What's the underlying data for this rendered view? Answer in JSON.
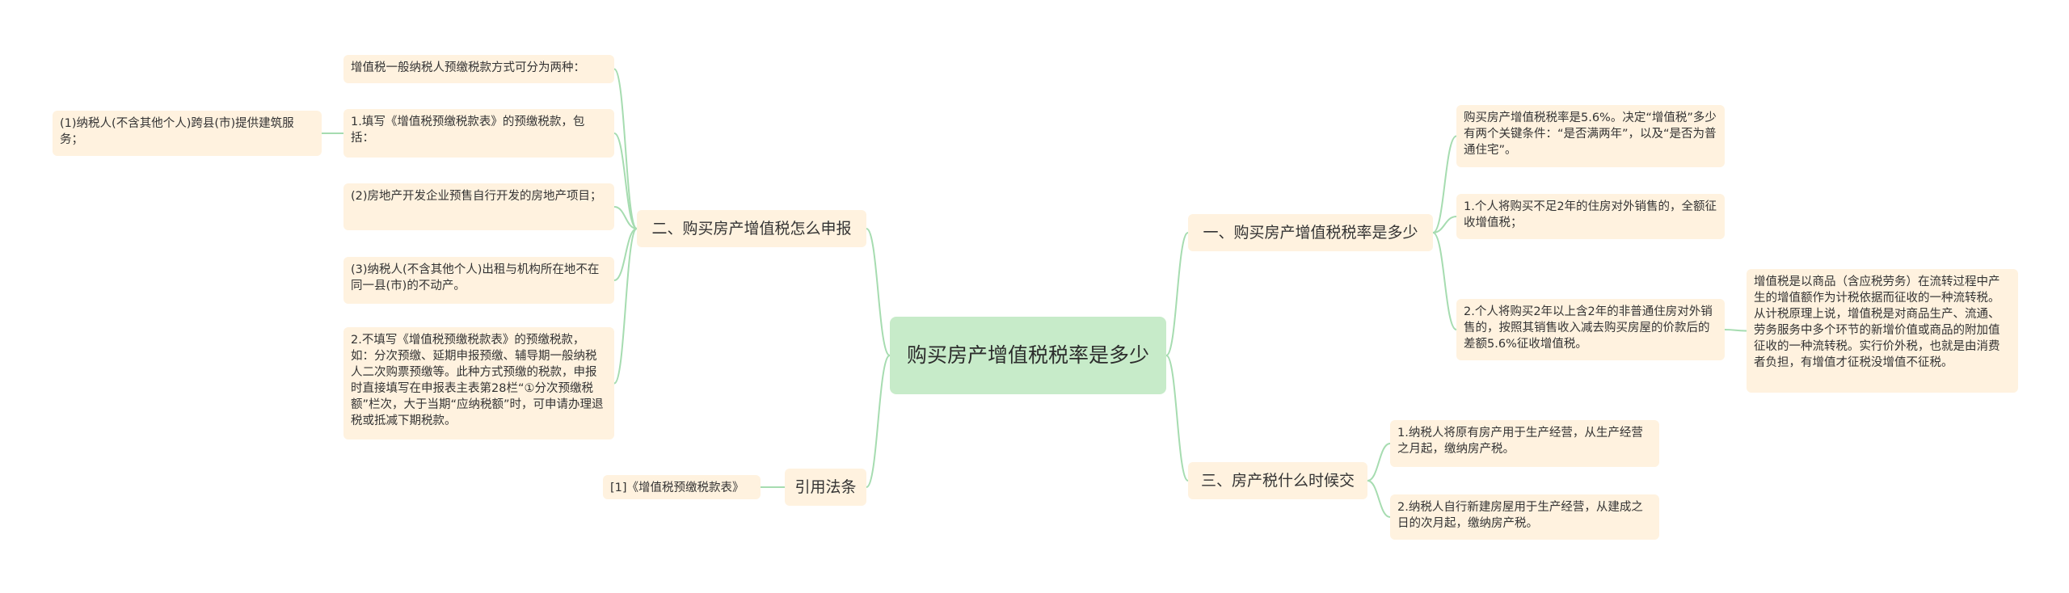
{
  "root": {
    "title": "购买房产增值税税率是多少"
  },
  "branches": {
    "b1": {
      "label": "一、购买房产增值税税率是多少"
    },
    "b2": {
      "label": "二、购买房产增值税怎么申报"
    },
    "b3": {
      "label": "三、房产税什么时候交"
    },
    "b4": {
      "label": "引用法条"
    }
  },
  "leaves": {
    "b1_1": "购买房产增值税税率是5.6%。决定“增值税”多少有两个关键条件：“是否满两年”，以及“是否为普通住宅”。",
    "b1_2": "1.个人将购买不足2年的住房对外销售的，全额征收增值税；",
    "b1_3": "2.个人将购买2年以上含2年的非普通住房对外销售的，按照其销售收入减去购买房屋的价款后的差额5.6%征收增值税。",
    "b1_3_1": "增值税是以商品（含应税劳务）在流转过程中产生的增值额作为计税依据而征收的一种流转税。从计税原理上说，增值税是对商品生产、流通、劳务服务中多个环节的新增价值或商品的附加值征收的一种流转税。实行价外税，也就是由消费者负担，有增值才征税没增值不征税。",
    "b2_1": "增值税一般纳税人预缴税款方式可分为两种：",
    "b2_2": "1.填写《增值税预缴税款表》的预缴税款，包括：",
    "b2_2_1": "(1)纳税人(不含其他个人)跨县(市)提供建筑服务；",
    "b2_3": "(2)房地产开发企业预售自行开发的房地产项目；",
    "b2_4": "(3)纳税人(不含其他个人)出租与机构所在地不在同一县(市)的不动产。",
    "b2_5": "2.不填写《增值税预缴税款表》的预缴税款，如：分次预缴、延期申报预缴、辅导期一般纳税人二次购票预缴等。此种方式预缴的税款，申报时直接填写在申报表主表第28栏“①分次预缴税额”栏次，大于当期“应纳税额”时，可申请办理退税或抵减下期税款。",
    "b3_1": "1.纳税人将原有房产用于生产经营，从生产经营之月起，缴纳房产税。",
    "b3_2": "2.纳税人自行新建房屋用于生产经营，从建成之日的次月起，缴纳房产税。",
    "b4_1": "[1]《增值税预缴税款表》"
  },
  "colors": {
    "root_fill": "#c7ebc9",
    "node_fill": "#fff2df",
    "connector": "#a6dcb0"
  }
}
